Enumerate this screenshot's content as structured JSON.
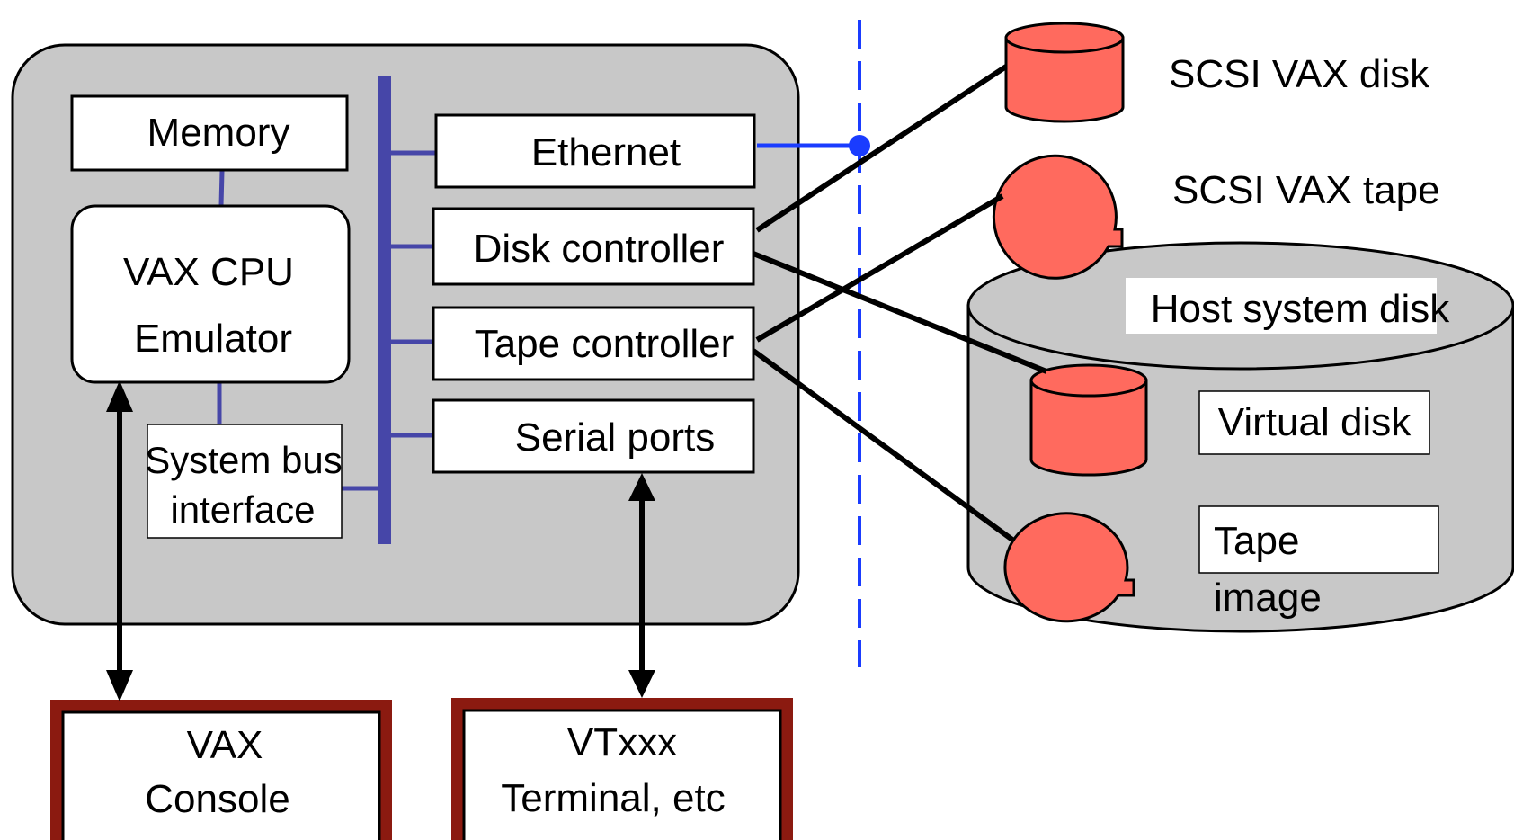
{
  "labels": {
    "memory": "Memory",
    "cpu_line1": "VAX CPU",
    "cpu_line2": "Emulator",
    "sysbus_line1": "System bus",
    "sysbus_line2": "interface",
    "ethernet": "Ethernet",
    "disk_controller": "Disk controller",
    "tape_controller": "Tape controller",
    "serial_ports": "Serial ports",
    "console_line1": "VAX",
    "console_line2": "Console",
    "terminal_line1": "VTxxx",
    "terminal_line2": "Terminal, etc",
    "scsi_disk": "SCSI VAX disk",
    "scsi_tape": "SCSI VAX tape",
    "host_disk": "Host system disk",
    "virtual_disk": "Virtual disk",
    "tape_image_line1": "Tape",
    "tape_image_line2": "image"
  },
  "colors": {
    "host_box": "#c8c8c8",
    "bus": "#4646a8",
    "ethernet_line": "#1a3cff",
    "media_fill": "#ff6a5e",
    "host_disk_fill": "#c8c8c8",
    "terminal_border": "#8b1a10"
  }
}
